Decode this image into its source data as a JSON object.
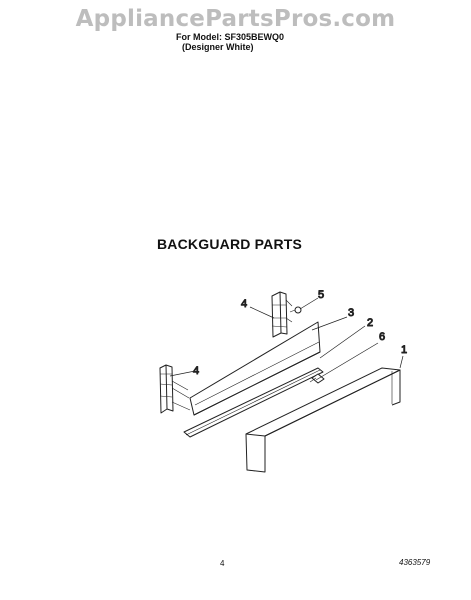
{
  "watermark": "AppliancePartsPros.com",
  "model": {
    "line1": "For Model: SF305BEWQ0",
    "line2": "(Designer White)"
  },
  "section_title": "BACKGUARD PARTS",
  "callouts": {
    "c1": "1",
    "c2": "2",
    "c3": "3",
    "c4a": "4",
    "c4b": "4",
    "c5": "5",
    "c6": "6"
  },
  "footer": {
    "page_number": "4",
    "doc_code": "4363579"
  }
}
